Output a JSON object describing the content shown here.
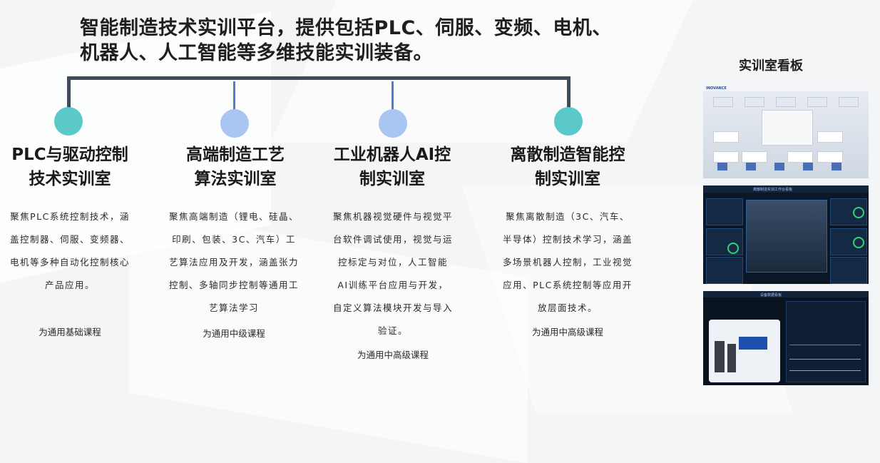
{
  "headline": {
    "line1": "智能制造技术实训平台，提供包括PLC、伺服、变频、电机、",
    "line2": "机器人、人工智能等多维技能实训装备。"
  },
  "labs": [
    {
      "title_line1": "PLC与驱动控制",
      "title_line2": "技术实训室",
      "desc_lines": [
        "聚焦PLC系统控制技术，涵",
        "盖控制器、伺服、变频器、",
        "电机等多种自动化控制核心",
        "产品应用。"
      ],
      "level": "为通用基础课程",
      "dot_color": "#5bc8c9"
    },
    {
      "title_line1": "高端制造工艺",
      "title_line2": "算法实训室",
      "desc_lines": [
        "聚焦高端制造（锂电、硅晶、",
        "印刷、包装、3C、汽车）工",
        "艺算法应用及开发，涵盖张力",
        "控制、多轴同步控制等通用工",
        "艺算法学习"
      ],
      "level": "为通用中级课程",
      "dot_color": "#a9c5f1"
    },
    {
      "title_line1": "工业机器人AI控",
      "title_line2": "制实训室",
      "desc_lines": [
        "聚焦机器视觉硬件与视觉平",
        "台软件调试使用，视觉与运",
        "控标定与对位，人工智能",
        "AI训练平台应用与开发，",
        "自定义算法模块开发与导入",
        "验证。"
      ],
      "level": "为通用中高级课程",
      "dot_color": "#a9c5f1"
    },
    {
      "title_line1": "离散制造智能控",
      "title_line2": "制实训室",
      "desc_lines": [
        "聚焦离散制造（3C、汽车、",
        "半导体）控制技术学习，涵盖",
        "多场景机器人控制，工业视觉",
        "应用、PLC系统控制等应用开",
        "放层面技术。"
      ],
      "level": "为通用中高级课程",
      "dot_color": "#5bc8c9"
    }
  ],
  "board": {
    "title": "实训室看板",
    "screenshots": [
      {
        "name": "lab-overview-dashboard",
        "logo": "INOVANCE"
      },
      {
        "name": "machine-monitor-dashboard",
        "caption": "离散制造实训工作台看板"
      },
      {
        "name": "device-data-dashboard",
        "caption": "设备数据看板"
      }
    ]
  }
}
